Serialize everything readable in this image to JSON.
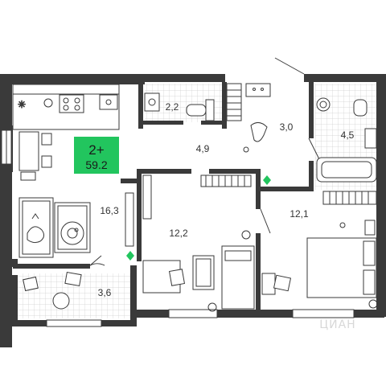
{
  "apartment": {
    "rooms_label": "2+",
    "total_area": "59.2",
    "accent_color": "#22c55e"
  },
  "rooms": {
    "kitchen_living": "16,3",
    "bathroom_top": "2,2",
    "hallway": "4,9",
    "corridor": "3,0",
    "bathroom_right": "4,5",
    "bedroom_left": "12,2",
    "bedroom_right": "12,1",
    "balcony": "3,6"
  },
  "watermark": "ЦИАН",
  "icons": [
    "plant-icon",
    "dog-icon",
    "cat-icon",
    "robot-vacuum-icon",
    "ball-icon",
    "bed-icon",
    "bathtub-icon",
    "toilet-icon",
    "sink-icon",
    "stove-icon",
    "washing-machine-icon"
  ]
}
